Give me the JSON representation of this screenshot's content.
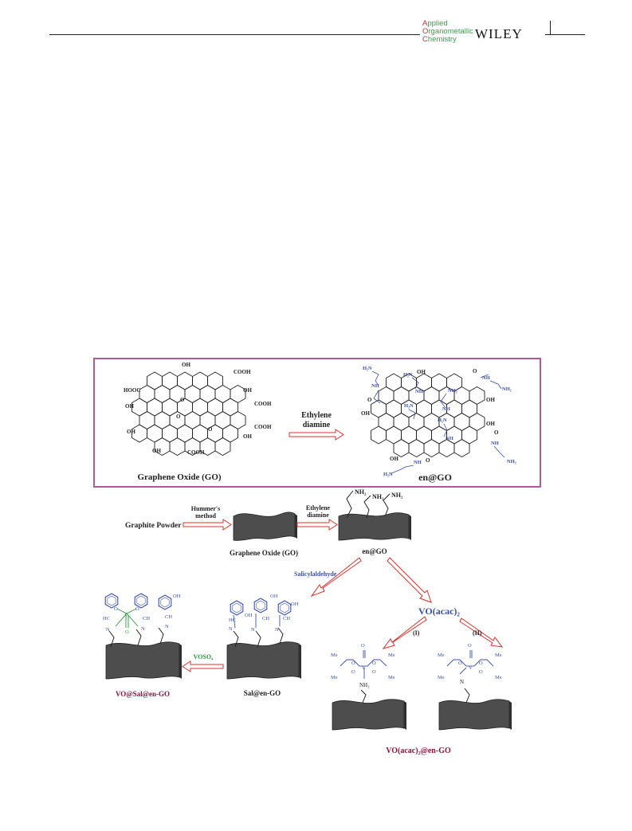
{
  "header": {
    "journal_lines": [
      {
        "cap": "A",
        "rest": "pplied"
      },
      {
        "cap": "O",
        "rest": "rganometallic"
      },
      {
        "cap": "C",
        "rest": "hemistry"
      }
    ],
    "publisher": "WILEY"
  },
  "colors": {
    "frame": "#b05a9b",
    "arrow": "#e0302c",
    "amine_blue": "#3b4fb5",
    "vanadium_green": "#2a9a3a",
    "label_maroon": "#8a1538",
    "sheet": "#4d4d4d"
  },
  "top_panel": {
    "go_label": "Graphene Oxide (GO)",
    "en_go_label": "en@GO",
    "reagent_line1": "Ethylene",
    "reagent_line2": "diamine",
    "groups": {
      "oh": "OH",
      "cooh": "COOH",
      "hooc": "HOOC",
      "o": "O",
      "nh": "NH",
      "nh2": "NH₂",
      "h2n": "H₂N"
    }
  },
  "scheme": {
    "graphite": "Graphite Powder",
    "hummers_line1": "Hummer's",
    "hummers_line2": "method",
    "go_label": "Graphene Oxide (GO)",
    "ethylene_line1": "Ethylene",
    "ethylene_line2": "diamine",
    "en_go": "en@GO",
    "nh2": "NH₂",
    "salicylaldehyde": "Salicylaldehyde",
    "vo_acac": "VO(acac)₂",
    "route1": "(I)",
    "route2": "(II)",
    "voso4": "VOSO₄",
    "sal_en_go": "Sal@en-GO",
    "vo_sal_en_go": "VO@Sal@en-GO",
    "vo_acac_en_go": "VO(acac)₂@en-GO",
    "ch": "CH",
    "hc": "HC",
    "n": "N",
    "oh": "OH",
    "o": "O",
    "v": "V",
    "me": "Me"
  }
}
